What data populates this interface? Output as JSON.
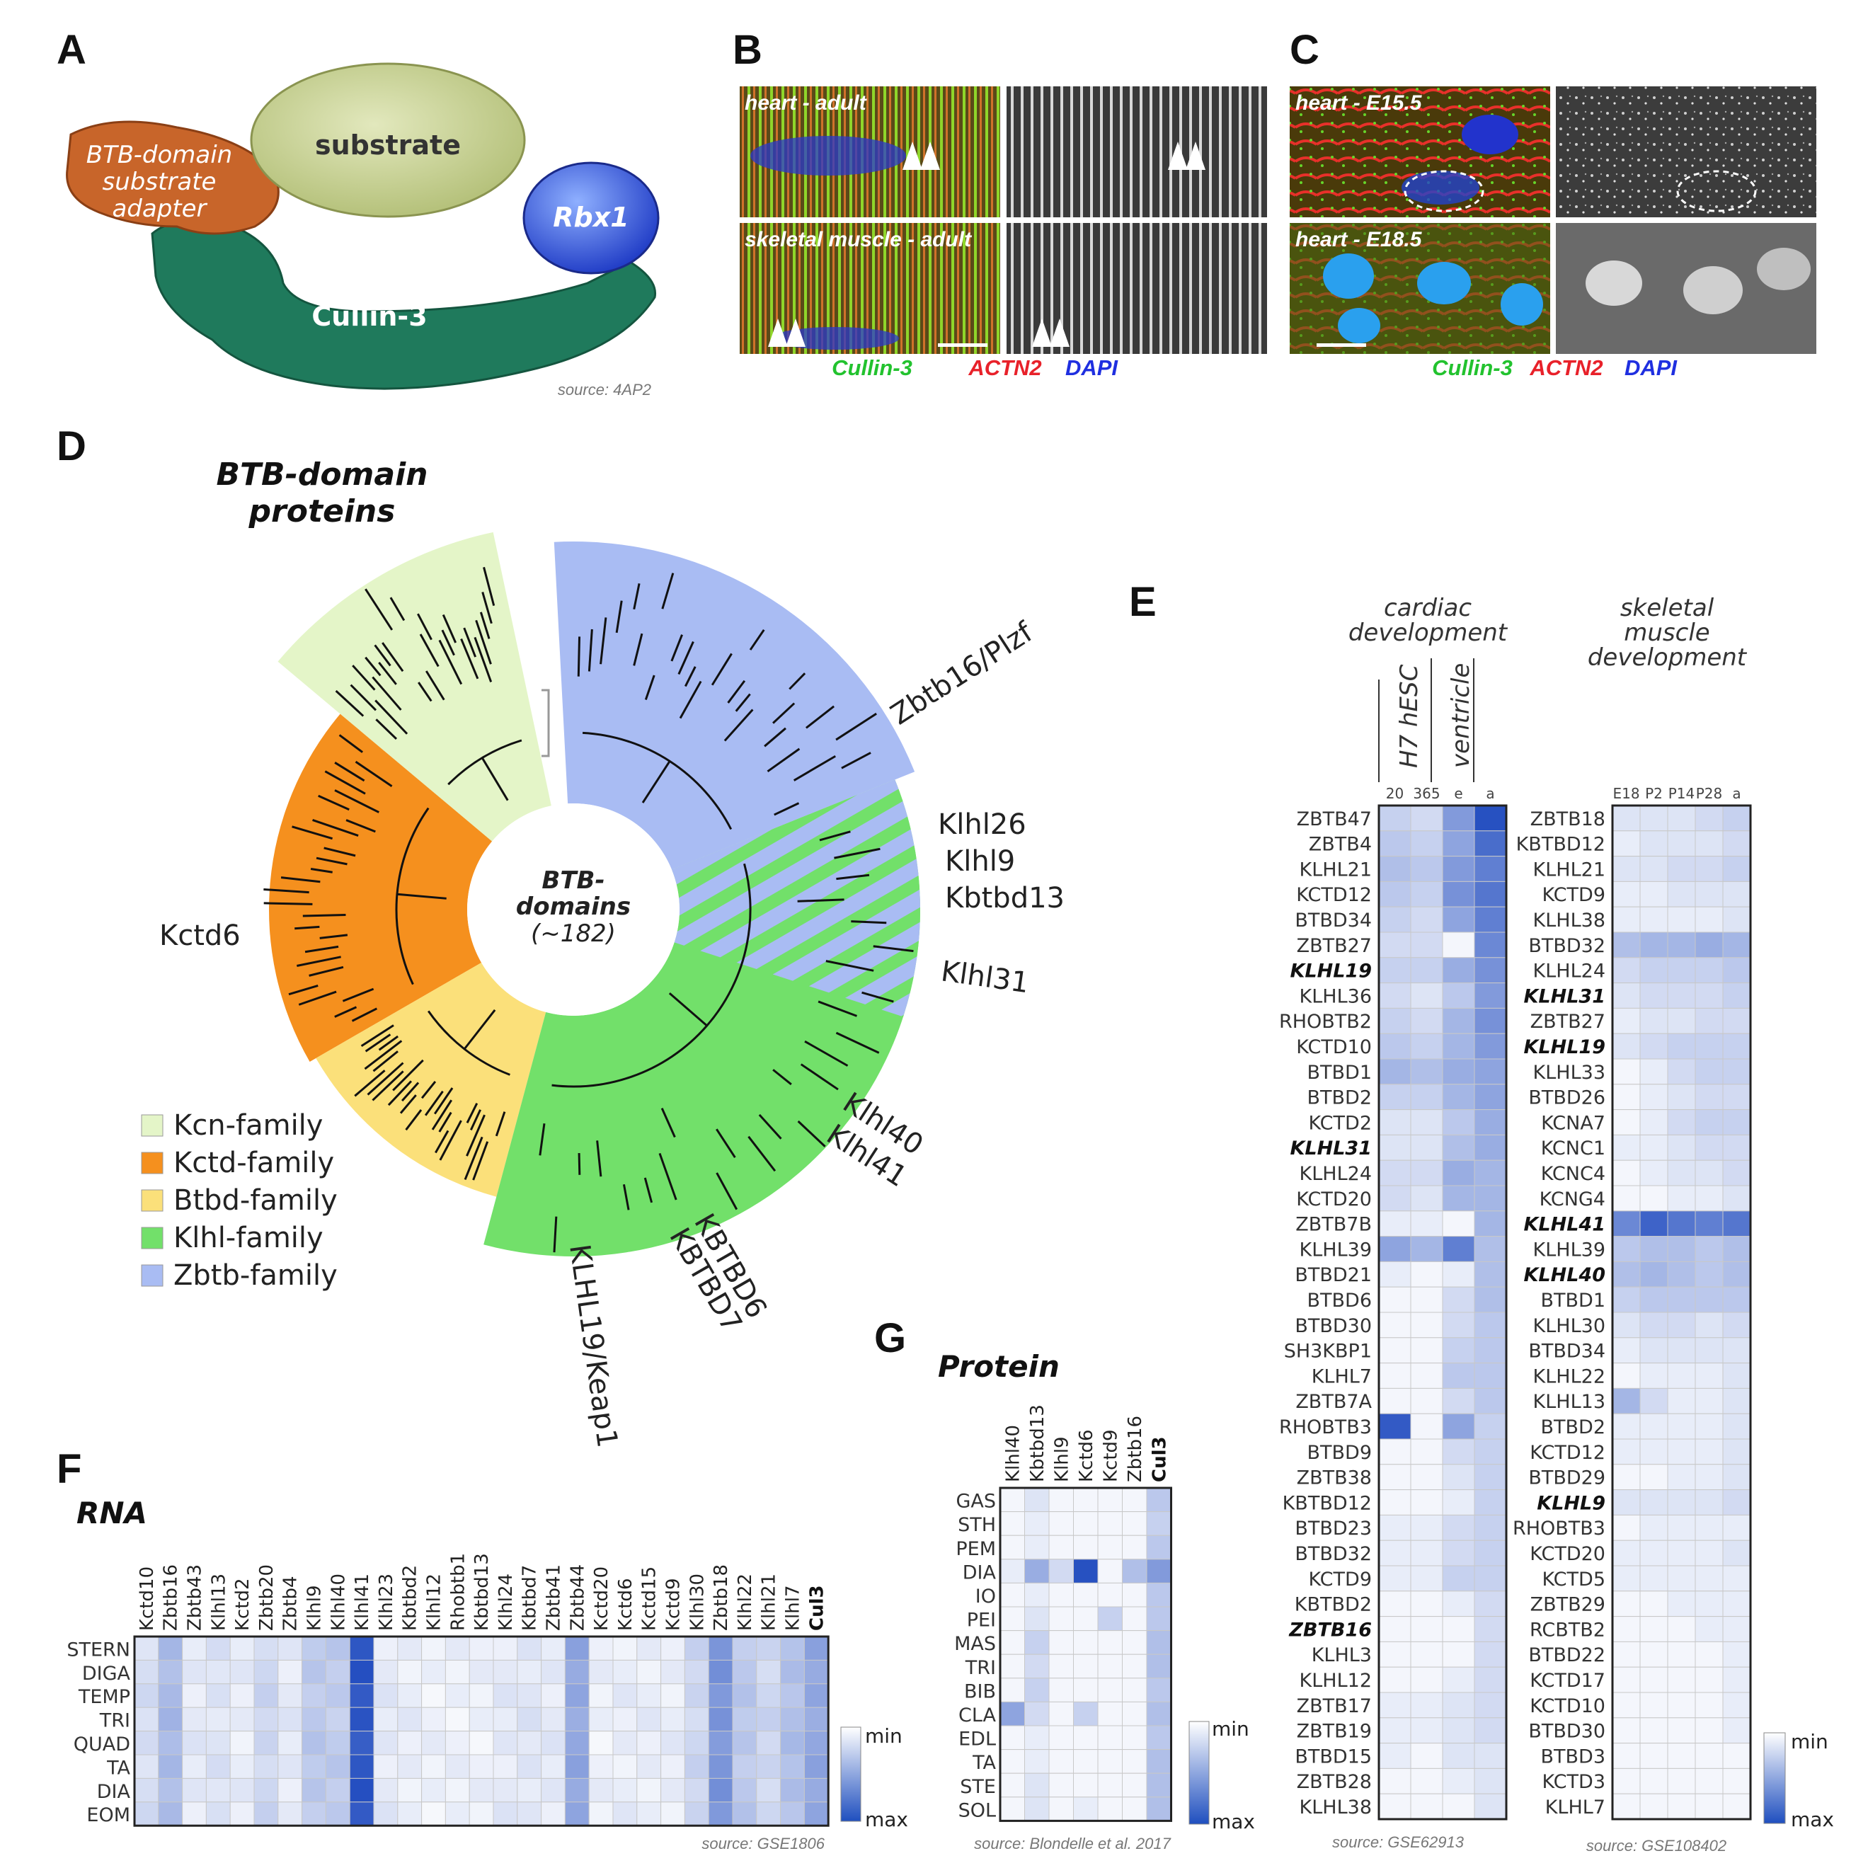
{
  "panel_labels": [
    "A",
    "B",
    "C",
    "D",
    "E",
    "F",
    "G"
  ],
  "panel_a": {
    "substrate": "substrate",
    "adapter": "BTB-domain substrate adapter",
    "adapter_lines": [
      "BTB-domain",
      "substrate",
      "adapter"
    ],
    "rbx1": "Rbx1",
    "cullin": "Cullin-3",
    "source": "source:  4AP2",
    "colors": {
      "adapter": "#c8652a",
      "cullin": "#1f7a5c",
      "substrate": "#c9d49a",
      "rbx1": "#2a4fd0"
    }
  },
  "panel_b": {
    "tiles": [
      {
        "label": "heart - adult"
      },
      {
        "label": ""
      },
      {
        "label": "skeletal muscle - adult"
      },
      {
        "label": ""
      }
    ],
    "legend": [
      "Cullin-3",
      "ACTN2",
      "DAPI"
    ]
  },
  "panel_c": {
    "tiles": [
      {
        "label": "heart - E15.5"
      },
      {
        "label": ""
      },
      {
        "label": "heart - E18.5"
      },
      {
        "label": ""
      }
    ],
    "legend": [
      "Cullin-3",
      "ACTN2",
      "DAPI"
    ]
  },
  "legend_colors": {
    "green": "#22c22e",
    "red": "#e8212a",
    "blue": "#1f2fe0"
  },
  "panel_d": {
    "title_lines": [
      "BTB-domain",
      "proteins"
    ],
    "center_lines": [
      "BTB-",
      "domains",
      "(~182)"
    ],
    "families": [
      {
        "name": "Kcn-family",
        "color": "#e4f5c8"
      },
      {
        "name": "Kctd-family",
        "color": "#f5901e"
      },
      {
        "name": "Btbd-family",
        "color": "#fbe07a"
      },
      {
        "name": "Klhl-family",
        "color": "#72e06a"
      },
      {
        "name": "Zbtb-family",
        "color": "#a9bcf3"
      }
    ],
    "gene_labels": [
      "Zbtb16/Plzf",
      "Klhl26",
      "Klhl9",
      "Kbtbd13",
      "Klhl31",
      "Klhl40",
      "Klhl41",
      "KBTBD6",
      "KBTBD7",
      "KLHL19/Keap1",
      "Kctd6"
    ]
  },
  "panel_e": {
    "cardiac_header": [
      "cardiac",
      "development"
    ],
    "skeletal_header": [
      "skeletal",
      "muscle",
      "development"
    ],
    "cardiac_groups": [
      "H7 hESC",
      "ventricle"
    ],
    "cardiac_cols": [
      "20",
      "365",
      "e",
      "a"
    ],
    "skeletal_cols": [
      "E18",
      "P2",
      "P14",
      "P28",
      "a"
    ],
    "cardiac_rows": [
      "ZBTB47",
      "ZBTB4",
      "KLHL21",
      "KCTD12",
      "BTBD34",
      "ZBTB27",
      "KLHL19",
      "KLHL36",
      "RHOBTB2",
      "KCTD10",
      "BTBD1",
      "BTBD2",
      "KCTD2",
      "KLHL31",
      "KLHL24",
      "KCTD20",
      "ZBTB7B",
      "KLHL39",
      "BTBD21",
      "BTBD6",
      "BTBD30",
      "SH3KBP1",
      "KLHL7",
      "ZBTB7A",
      "RHOBTB3",
      "BTBD9",
      "ZBTB38",
      "KBTBD12",
      "BTBD23",
      "BTBD32",
      "KCTD9",
      "KBTBD2",
      "ZBTB16",
      "KLHL3",
      "KLHL12",
      "ZBTB17",
      "ZBTB19",
      "BTBD15",
      "ZBTB28",
      "KLHL38"
    ],
    "cardiac_bold": [
      "KLHL19",
      "KLHL31",
      "ZBTB16"
    ],
    "cardiac_values": [
      [
        0.25,
        0.2,
        0.55,
        0.95
      ],
      [
        0.3,
        0.25,
        0.5,
        0.8
      ],
      [
        0.35,
        0.3,
        0.55,
        0.7
      ],
      [
        0.3,
        0.25,
        0.6,
        0.75
      ],
      [
        0.25,
        0.2,
        0.5,
        0.7
      ],
      [
        0.2,
        0.2,
        0.05,
        0.65
      ],
      [
        0.25,
        0.25,
        0.45,
        0.6
      ],
      [
        0.2,
        0.15,
        0.3,
        0.55
      ],
      [
        0.25,
        0.2,
        0.4,
        0.6
      ],
      [
        0.3,
        0.25,
        0.4,
        0.55
      ],
      [
        0.4,
        0.35,
        0.45,
        0.5
      ],
      [
        0.25,
        0.25,
        0.4,
        0.5
      ],
      [
        0.15,
        0.15,
        0.3,
        0.45
      ],
      [
        0.15,
        0.15,
        0.35,
        0.45
      ],
      [
        0.2,
        0.2,
        0.45,
        0.4
      ],
      [
        0.2,
        0.15,
        0.4,
        0.4
      ],
      [
        0.1,
        0.1,
        0.05,
        0.4
      ],
      [
        0.5,
        0.4,
        0.7,
        0.35
      ],
      [
        0.1,
        0.05,
        0.1,
        0.35
      ],
      [
        0.05,
        0.05,
        0.2,
        0.35
      ],
      [
        0.05,
        0.05,
        0.2,
        0.3
      ],
      [
        0.05,
        0.05,
        0.25,
        0.3
      ],
      [
        0.05,
        0.05,
        0.3,
        0.3
      ],
      [
        0.05,
        0.05,
        0.2,
        0.3
      ],
      [
        0.9,
        0.05,
        0.5,
        0.25
      ],
      [
        0.05,
        0.05,
        0.2,
        0.25
      ],
      [
        0.05,
        0.05,
        0.15,
        0.25
      ],
      [
        0.05,
        0.05,
        0.1,
        0.25
      ],
      [
        0.1,
        0.1,
        0.2,
        0.25
      ],
      [
        0.1,
        0.1,
        0.2,
        0.25
      ],
      [
        0.1,
        0.1,
        0.25,
        0.25
      ],
      [
        0.05,
        0.05,
        0.1,
        0.2
      ],
      [
        0.05,
        0.05,
        0.05,
        0.2
      ],
      [
        0.05,
        0.05,
        0.05,
        0.2
      ],
      [
        0.05,
        0.05,
        0.1,
        0.2
      ],
      [
        0.1,
        0.1,
        0.15,
        0.2
      ],
      [
        0.1,
        0.1,
        0.15,
        0.2
      ],
      [
        0.1,
        0.05,
        0.15,
        0.15
      ],
      [
        0.05,
        0.05,
        0.1,
        0.15
      ],
      [
        0.05,
        0.05,
        0.05,
        0.15
      ]
    ],
    "skeletal_rows": [
      "ZBTB18",
      "KBTBD12",
      "KLHL21",
      "KCTD9",
      "KLHL38",
      "BTBD32",
      "KLHL24",
      "KLHL31",
      "ZBTB27",
      "KLHL19",
      "KLHL33",
      "BTBD26",
      "KCNA7",
      "KCNC1",
      "KCNC4",
      "KCNG4",
      "KLHL41",
      "KLHL39",
      "KLHL40",
      "BTBD1",
      "KLHL30",
      "BTBD34",
      "KLHL22",
      "KLHL13",
      "BTBD2",
      "KCTD12",
      "BTBD29",
      "KLHL9",
      "RHOBTB3",
      "KCTD20",
      "KCTD5",
      "ZBTB29",
      "RCBTB2",
      "BTBD22",
      "KCTD17",
      "KCTD10",
      "BTBD30",
      "BTBD3",
      "KCTD3",
      "KLHL7"
    ],
    "skeletal_bold": [
      "KLHL31",
      "KLHL19",
      "KLHL41",
      "KLHL40",
      "KLHL9"
    ],
    "skeletal_values": [
      [
        0.15,
        0.15,
        0.15,
        0.2,
        0.25
      ],
      [
        0.1,
        0.15,
        0.15,
        0.15,
        0.2
      ],
      [
        0.15,
        0.15,
        0.2,
        0.2,
        0.25
      ],
      [
        0.1,
        0.1,
        0.15,
        0.15,
        0.15
      ],
      [
        0.1,
        0.1,
        0.1,
        0.1,
        0.15
      ],
      [
        0.35,
        0.4,
        0.4,
        0.45,
        0.4
      ],
      [
        0.2,
        0.25,
        0.25,
        0.25,
        0.3
      ],
      [
        0.15,
        0.2,
        0.2,
        0.2,
        0.25
      ],
      [
        0.1,
        0.15,
        0.15,
        0.2,
        0.2
      ],
      [
        0.15,
        0.2,
        0.25,
        0.25,
        0.25
      ],
      [
        0.05,
        0.1,
        0.2,
        0.25,
        0.25
      ],
      [
        0.05,
        0.1,
        0.15,
        0.2,
        0.2
      ],
      [
        0.05,
        0.1,
        0.2,
        0.25,
        0.25
      ],
      [
        0.1,
        0.1,
        0.15,
        0.2,
        0.2
      ],
      [
        0.05,
        0.1,
        0.15,
        0.15,
        0.2
      ],
      [
        0.05,
        0.05,
        0.1,
        0.1,
        0.15
      ],
      [
        0.65,
        0.85,
        0.75,
        0.7,
        0.75
      ],
      [
        0.3,
        0.35,
        0.35,
        0.3,
        0.35
      ],
      [
        0.35,
        0.4,
        0.35,
        0.3,
        0.35
      ],
      [
        0.25,
        0.3,
        0.3,
        0.3,
        0.3
      ],
      [
        0.15,
        0.2,
        0.2,
        0.15,
        0.2
      ],
      [
        0.1,
        0.15,
        0.15,
        0.15,
        0.15
      ],
      [
        0.05,
        0.1,
        0.1,
        0.1,
        0.15
      ],
      [
        0.4,
        0.2,
        0.1,
        0.1,
        0.15
      ],
      [
        0.1,
        0.1,
        0.1,
        0.1,
        0.15
      ],
      [
        0.1,
        0.1,
        0.1,
        0.1,
        0.15
      ],
      [
        0.05,
        0.05,
        0.1,
        0.1,
        0.15
      ],
      [
        0.15,
        0.15,
        0.15,
        0.15,
        0.2
      ],
      [
        0.05,
        0.1,
        0.1,
        0.1,
        0.1
      ],
      [
        0.1,
        0.1,
        0.1,
        0.1,
        0.15
      ],
      [
        0.1,
        0.1,
        0.1,
        0.1,
        0.1
      ],
      [
        0.05,
        0.05,
        0.1,
        0.1,
        0.1
      ],
      [
        0.05,
        0.05,
        0.05,
        0.1,
        0.1
      ],
      [
        0.05,
        0.05,
        0.05,
        0.05,
        0.1
      ],
      [
        0.05,
        0.05,
        0.05,
        0.05,
        0.1
      ],
      [
        0.05,
        0.05,
        0.05,
        0.05,
        0.1
      ],
      [
        0.05,
        0.05,
        0.05,
        0.05,
        0.1
      ],
      [
        0.05,
        0.05,
        0.05,
        0.05,
        0.05
      ],
      [
        0.05,
        0.05,
        0.05,
        0.05,
        0.05
      ],
      [
        0.05,
        0.05,
        0.05,
        0.05,
        0.05
      ]
    ],
    "source_cardiac": "source: GSE62913",
    "source_skeletal": "source: GSE108402",
    "scale": [
      "min",
      "max"
    ]
  },
  "panel_f": {
    "title": "RNA",
    "cols": [
      "Kctd10",
      "Zbtb16",
      "Zbtb43",
      "Klhl13",
      "Kctd2",
      "Zbtb20",
      "Zbtb4",
      "Klhl9",
      "Klhl40",
      "Klhl41",
      "Klhl23",
      "Kbtbd2",
      "Klhl12",
      "Rhobtb1",
      "Kbtbd13",
      "Klhl24",
      "Kbtbd7",
      "Zbtb41",
      "Zbtb44",
      "Kctd20",
      "Kctd6",
      "Kctd15",
      "Kctd9",
      "Klhl30",
      "Zbtb18",
      "Klhl22",
      "Klhl21",
      "Klhl7",
      "Cul3"
    ],
    "bold_col": "Cul3",
    "rows": [
      "STERN",
      "DIGA",
      "TEMP",
      "TRI",
      "QUAD",
      "TA",
      "DIA",
      "EOM"
    ],
    "col_levels": [
      0.18,
      0.38,
      0.12,
      0.15,
      0.1,
      0.22,
      0.12,
      0.3,
      0.28,
      0.92,
      0.12,
      0.1,
      0.08,
      0.08,
      0.08,
      0.12,
      0.14,
      0.12,
      0.48,
      0.08,
      0.1,
      0.1,
      0.1,
      0.22,
      0.58,
      0.3,
      0.22,
      0.35,
      0.48
    ],
    "source": "source: GSE1806",
    "scale": [
      "min",
      "max"
    ]
  },
  "panel_g": {
    "title": "Protein",
    "cols": [
      "Klhl40",
      "Kbtbd13",
      "Klhl9",
      "Kctd6",
      "Kctd9",
      "Zbtb16",
      "Cul3"
    ],
    "bold_col": "Cul3",
    "rows": [
      "GAS",
      "STH",
      "PEM",
      "DIA",
      "IO",
      "PEI",
      "MAS",
      "TRI",
      "BIB",
      "CLA",
      "EDL",
      "TA",
      "STE",
      "SOL"
    ],
    "values": [
      [
        0.05,
        0.15,
        0.05,
        0.05,
        0.05,
        0.05,
        0.3
      ],
      [
        0.05,
        0.1,
        0.05,
        0.05,
        0.05,
        0.05,
        0.25
      ],
      [
        0.05,
        0.1,
        0.05,
        0.05,
        0.05,
        0.05,
        0.3
      ],
      [
        0.1,
        0.45,
        0.2,
        0.95,
        0.05,
        0.35,
        0.55
      ],
      [
        0.05,
        0.1,
        0.05,
        0.05,
        0.05,
        0.05,
        0.3
      ],
      [
        0.05,
        0.15,
        0.05,
        0.05,
        0.25,
        0.05,
        0.3
      ],
      [
        0.05,
        0.25,
        0.05,
        0.05,
        0.05,
        0.05,
        0.35
      ],
      [
        0.05,
        0.2,
        0.05,
        0.05,
        0.05,
        0.05,
        0.35
      ],
      [
        0.05,
        0.25,
        0.05,
        0.05,
        0.05,
        0.05,
        0.3
      ],
      [
        0.5,
        0.2,
        0.05,
        0.25,
        0.05,
        0.05,
        0.35
      ],
      [
        0.05,
        0.1,
        0.05,
        0.05,
        0.05,
        0.05,
        0.3
      ],
      [
        0.05,
        0.1,
        0.05,
        0.05,
        0.05,
        0.05,
        0.35
      ],
      [
        0.05,
        0.15,
        0.05,
        0.05,
        0.05,
        0.05,
        0.35
      ],
      [
        0.05,
        0.15,
        0.05,
        0.1,
        0.05,
        0.05,
        0.35
      ]
    ],
    "source": "source: Blondelle et al. 2017",
    "scale": [
      "min",
      "max"
    ]
  }
}
